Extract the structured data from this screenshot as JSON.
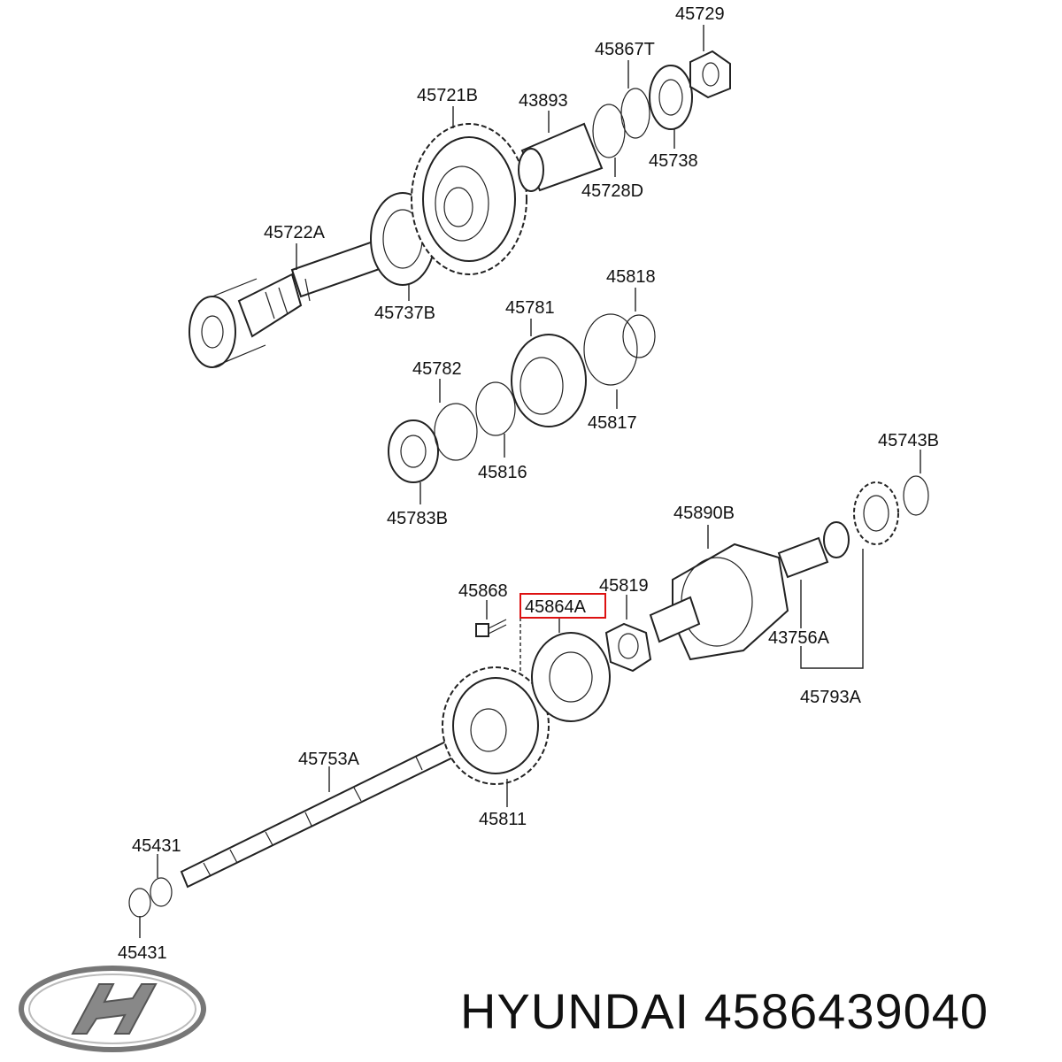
{
  "brand": {
    "name": "HYUNDAI",
    "part_number": "4586439040"
  },
  "highlighted_label": "45864A",
  "labels": [
    "45729",
    "45867T",
    "45721B",
    "43893",
    "45738",
    "45728D",
    "45722A",
    "45737B",
    "45818",
    "45781",
    "45782",
    "45817",
    "45816",
    "45783B",
    "45743B",
    "45890B",
    "45868",
    "45864A",
    "45819",
    "43756A",
    "45793A",
    "45753A",
    "45811",
    "45431",
    "45431"
  ]
}
